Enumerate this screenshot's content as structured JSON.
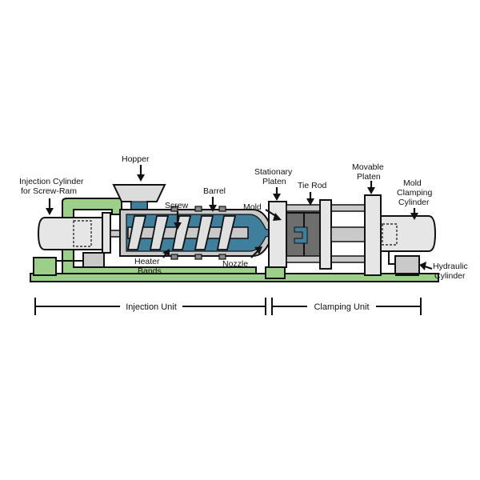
{
  "labels": {
    "hopper": "Hopper",
    "injection_cylinder_1": "Injection Cylinder",
    "injection_cylinder_2": "for Screw-Ram",
    "screw": "Screw",
    "barrel": "Barrel",
    "heater_1": "Heater",
    "heater_2": "Bands",
    "nozzle": "Nozzle",
    "mold": "Mold",
    "stationary_1": "Stationary",
    "stationary_2": "Platen",
    "tie_rod": "Tie Rod",
    "movable_1": "Movable",
    "movable_2": "Platen",
    "mold_clamp_1": "Mold",
    "mold_clamp_2": "Clamping",
    "mold_clamp_3": "Cylinder",
    "hydraulic_1": "Hydraulic",
    "hydraulic_2": "Cylinder"
  },
  "sections": {
    "injection_unit": "Injection Unit",
    "clamping_unit": "Clamping Unit"
  },
  "colors": {
    "base_green": "#9ccf8a",
    "melt_blue": "#3f7f9c",
    "barrel_gray": "#c9c9c9",
    "platen_light": "#e6e6e6",
    "mold_dark": "#6e6e6e"
  }
}
